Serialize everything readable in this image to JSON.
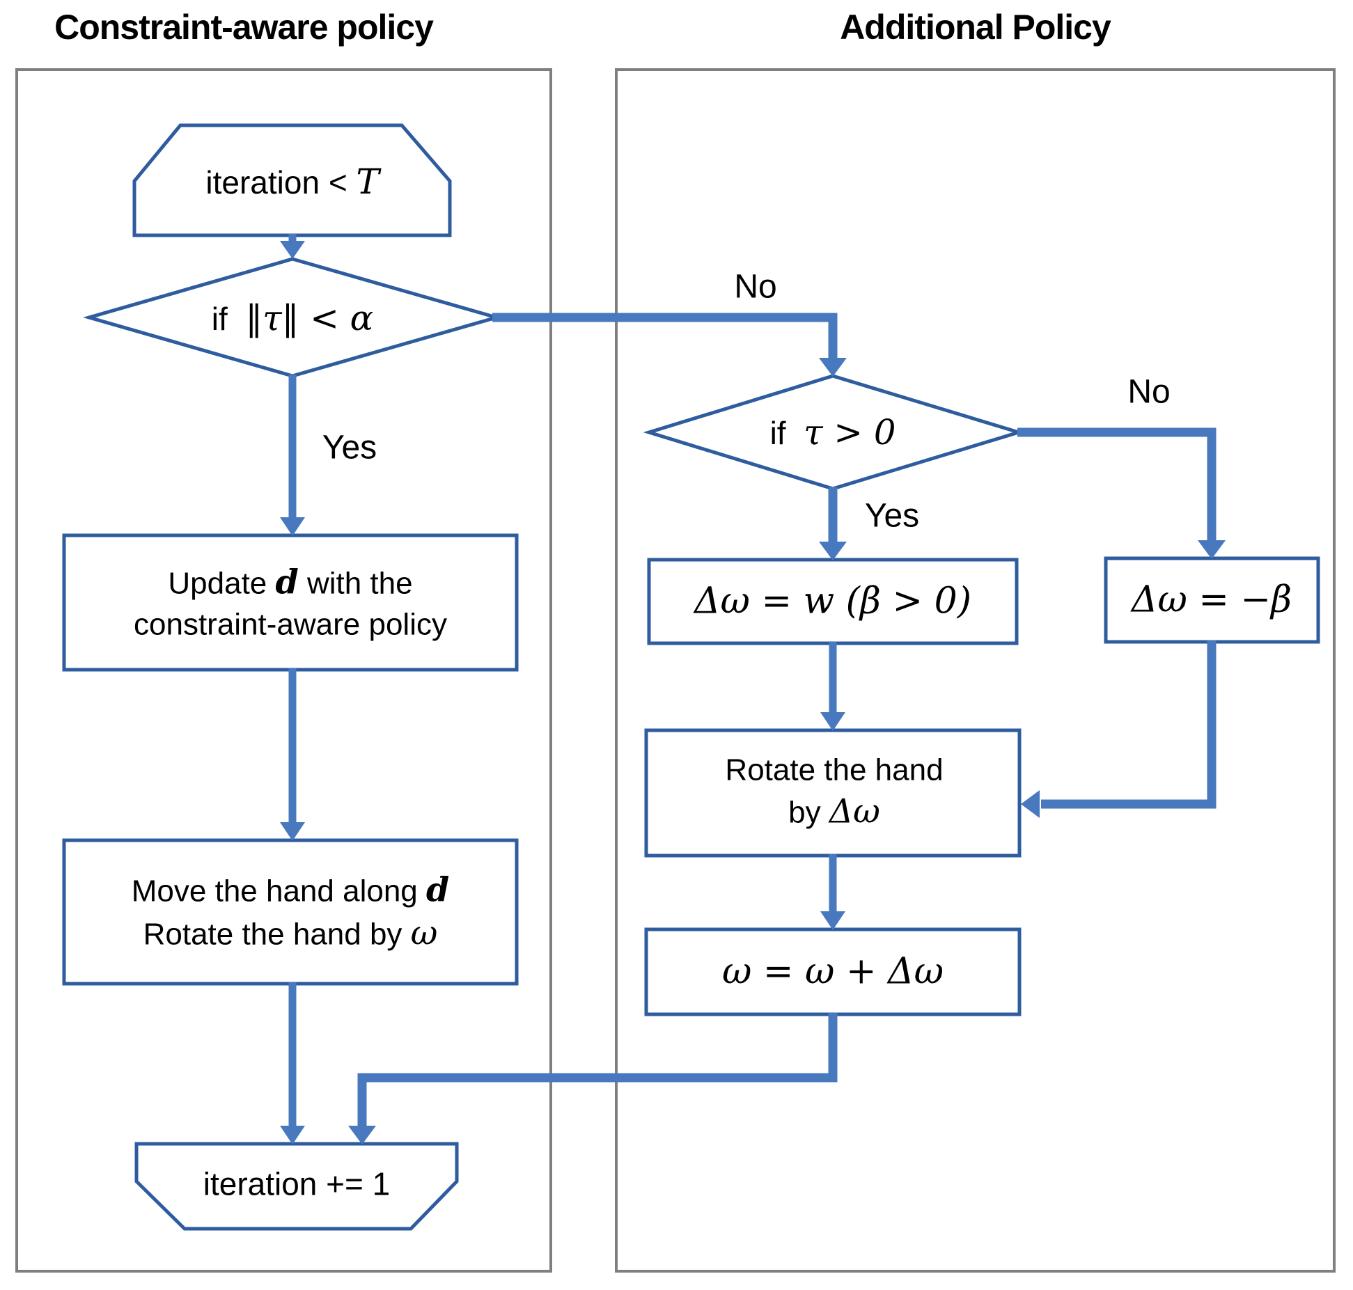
{
  "titles": {
    "left": "Constraint-aware policy",
    "right": "Additional Policy"
  },
  "branch_labels": {
    "yes_left": "Yes",
    "no_top": "No",
    "yes_right": "Yes",
    "no_right": "No"
  },
  "nodes": {
    "loop_start": {
      "text_pre": "iteration < ",
      "text_math": "T"
    },
    "decision_tau_norm": {
      "text_pre": "if ",
      "text_math": "‖τ‖ < α"
    },
    "update_d": {
      "line1_pre": "Update ",
      "line1_math": "d",
      "line1_post": " with the",
      "line2": "constraint-aware policy"
    },
    "move_hand": {
      "line1_pre": "Move the hand along ",
      "line1_math": "d",
      "line2_pre": "Rotate the hand by ",
      "line2_math": "ω"
    },
    "decision_tau_pos": {
      "text_pre": "if ",
      "text_math": "τ > 0"
    },
    "delta_omega_positive": {
      "formula": "Δω = w (β > 0)"
    },
    "delta_omega_negative": {
      "formula": "Δω = −β"
    },
    "rotate_hand": {
      "line1": "Rotate the hand",
      "line2_pre": "by ",
      "line2_math": "Δω"
    },
    "omega_update": {
      "formula": "ω = ω + Δω"
    },
    "loop_end": {
      "text": "iteration += 1"
    }
  },
  "colors": {
    "shape_stroke": "#2e5c9e",
    "connector": "#4878be",
    "panel_border": "#7f7f7f",
    "title_text": "#000000"
  }
}
